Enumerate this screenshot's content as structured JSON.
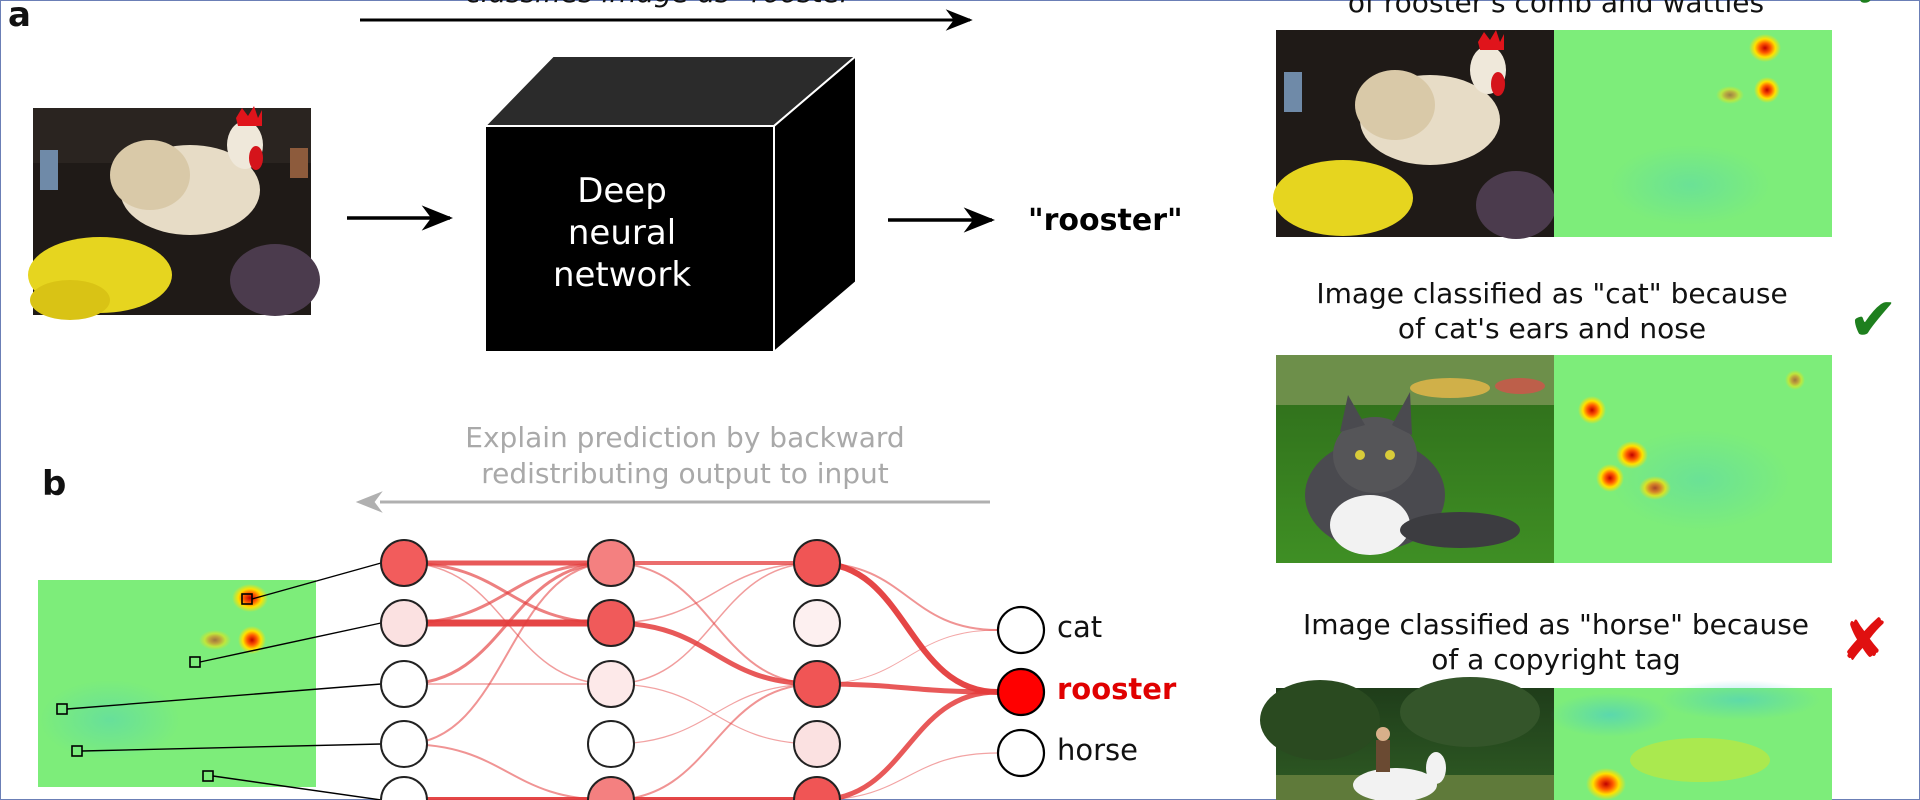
{
  "panel_a": {
    "letter": "a",
    "top_caption": "classifies image as \"rooster\"",
    "network_line1": "Deep",
    "network_line2": "neural",
    "network_line3": "network",
    "output": "\"rooster\""
  },
  "panel_b": {
    "letter": "b",
    "explain_line1": "Explain prediction by backward",
    "explain_line2": "redistributing output to input",
    "classes": [
      "cat",
      "rooster",
      "horse"
    ],
    "active_class": "rooster"
  },
  "examples": [
    {
      "caption_line1": "",
      "caption_line2": "of rooster's comb and wattles",
      "verdict": "correct",
      "mark": "✔"
    },
    {
      "caption_line1": "Image classified as \"cat\" because",
      "caption_line2": "of cat's ears and nose",
      "verdict": "correct",
      "mark": "✔"
    },
    {
      "caption_line1": "Image classified as \"horse\" because",
      "caption_line2": "of a copyright tag",
      "verdict": "wrong",
      "mark": "✘"
    }
  ],
  "colors": {
    "accent_red": "#e00000",
    "check_green": "#1e7f1e",
    "heatmap_base": "#7ded7a",
    "frame": "#6b7fb6"
  },
  "icons": [
    "right-arrow-icon",
    "left-arrow-icon",
    "checkmark-icon",
    "cross-icon"
  ]
}
